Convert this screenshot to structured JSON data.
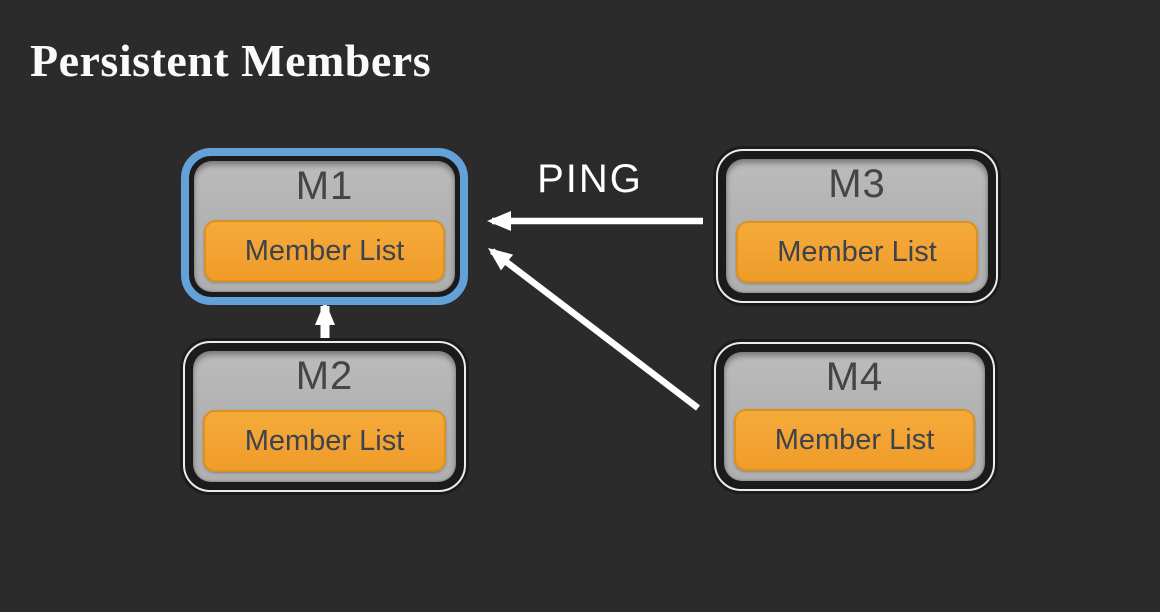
{
  "title": "Persistent Members",
  "ping_label": "PING",
  "colors": {
    "background": "#2B2B2B",
    "highlight_blue": "#63A1D8",
    "panel_gray": "#B5B5B5",
    "box_outline_white": "#ECECEC",
    "box_inner_dark": "#1B1B1B",
    "accent_orange": "#F2A233",
    "orange_border": "#DE921E",
    "label_dark": "#454545",
    "arrow_white": "#FFFFFF"
  },
  "nodes": [
    {
      "id": "M1",
      "label": "M1",
      "sublabel": "Member List",
      "highlighted": true
    },
    {
      "id": "M2",
      "label": "M2",
      "sublabel": "Member List",
      "highlighted": false
    },
    {
      "id": "M3",
      "label": "M3",
      "sublabel": "Member List",
      "highlighted": false
    },
    {
      "id": "M4",
      "label": "M4",
      "sublabel": "Member List",
      "highlighted": false
    }
  ],
  "edges": [
    {
      "from": "M3",
      "to": "M1",
      "label": "PING"
    },
    {
      "from": "M4",
      "to": "M1",
      "label": ""
    },
    {
      "from": "M2",
      "to": "M1",
      "label": ""
    }
  ]
}
